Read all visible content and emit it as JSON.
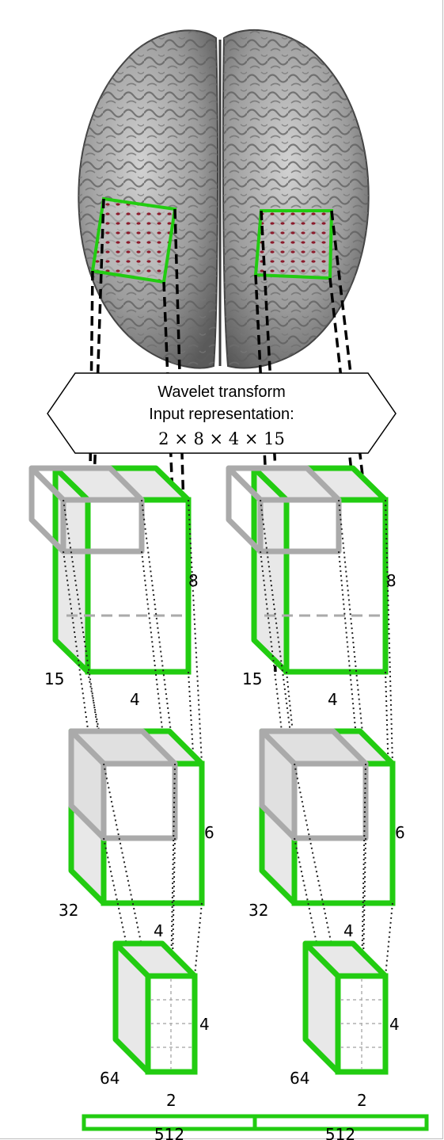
{
  "figure": {
    "hexagon": {
      "line1": "Wavelet transform",
      "line2": "Input representation:",
      "math": "2 × 8 × 4 × 15"
    },
    "left_column": {
      "layer1": {
        "height": "8",
        "depth": "15",
        "width": "4"
      },
      "layer2": {
        "height": "6",
        "depth": "32",
        "width": "4"
      },
      "layer3": {
        "height": "4",
        "depth": "64",
        "width": "2"
      },
      "fc": "512"
    },
    "right_column": {
      "layer1": {
        "height": "8",
        "depth": "15",
        "width": "4"
      },
      "layer2": {
        "height": "6",
        "depth": "32",
        "width": "4"
      },
      "layer3": {
        "height": "4",
        "depth": "64",
        "width": "2"
      },
      "fc": "512"
    },
    "colors": {
      "green": "#22cc11",
      "gray": "#a9a9a9",
      "face": "#e6e6e6",
      "electrode": "#8b1a2b"
    }
  }
}
